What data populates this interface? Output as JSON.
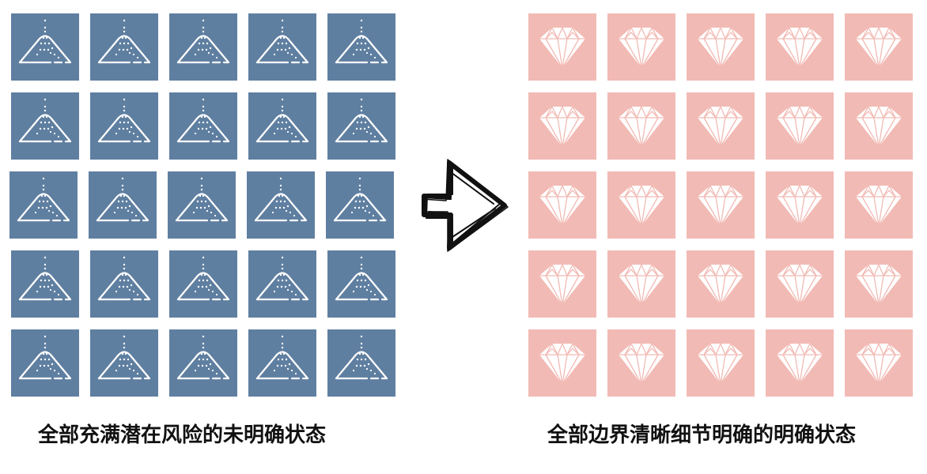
{
  "left_panel": {
    "tile_color": "#5f7fa1",
    "icon": "sand-pile-icon",
    "rows": 5,
    "columns": 5,
    "caption": "全部充满潜在风险的未明确状态"
  },
  "right_panel": {
    "tile_color": "#f2bab4",
    "icon": "diamond-icon",
    "rows": 5,
    "columns": 5,
    "caption": "全部边界清晰细节明确的明确状态"
  },
  "arrow": {
    "icon": "arrow-right-icon",
    "color": "#111111"
  }
}
